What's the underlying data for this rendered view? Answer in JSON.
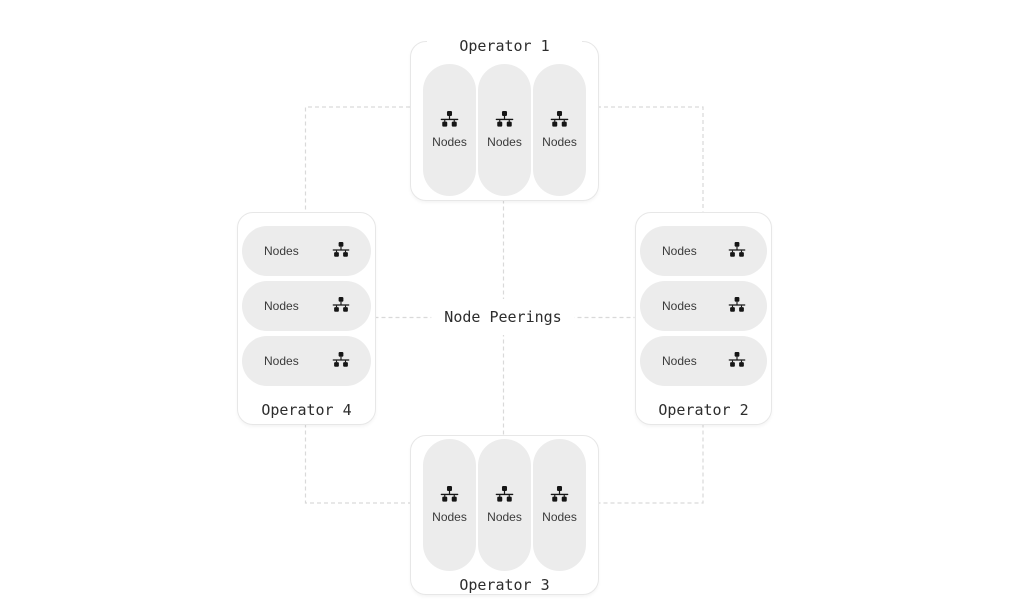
{
  "diagram": {
    "center_label": "Node Peerings",
    "operators": [
      {
        "title": "Operator 1",
        "position": "top",
        "nodes": [
          "Nodes",
          "Nodes",
          "Nodes"
        ]
      },
      {
        "title": "Operator 2",
        "position": "right",
        "nodes": [
          "Nodes",
          "Nodes",
          "Nodes"
        ]
      },
      {
        "title": "Operator 3",
        "position": "bottom",
        "nodes": [
          "Nodes",
          "Nodes",
          "Nodes"
        ]
      },
      {
        "title": "Operator 4",
        "position": "left",
        "nodes": [
          "Nodes",
          "Nodes",
          "Nodes"
        ]
      }
    ],
    "icon": "network-icon",
    "colors": {
      "background": "#ffffff",
      "box_border": "#e7e7e7",
      "pill_background": "#ececec",
      "dashed_line": "#d9d9d9",
      "title_text": "#2d2d2d",
      "node_text": "#3a3a3a",
      "icon": "#161616"
    }
  }
}
